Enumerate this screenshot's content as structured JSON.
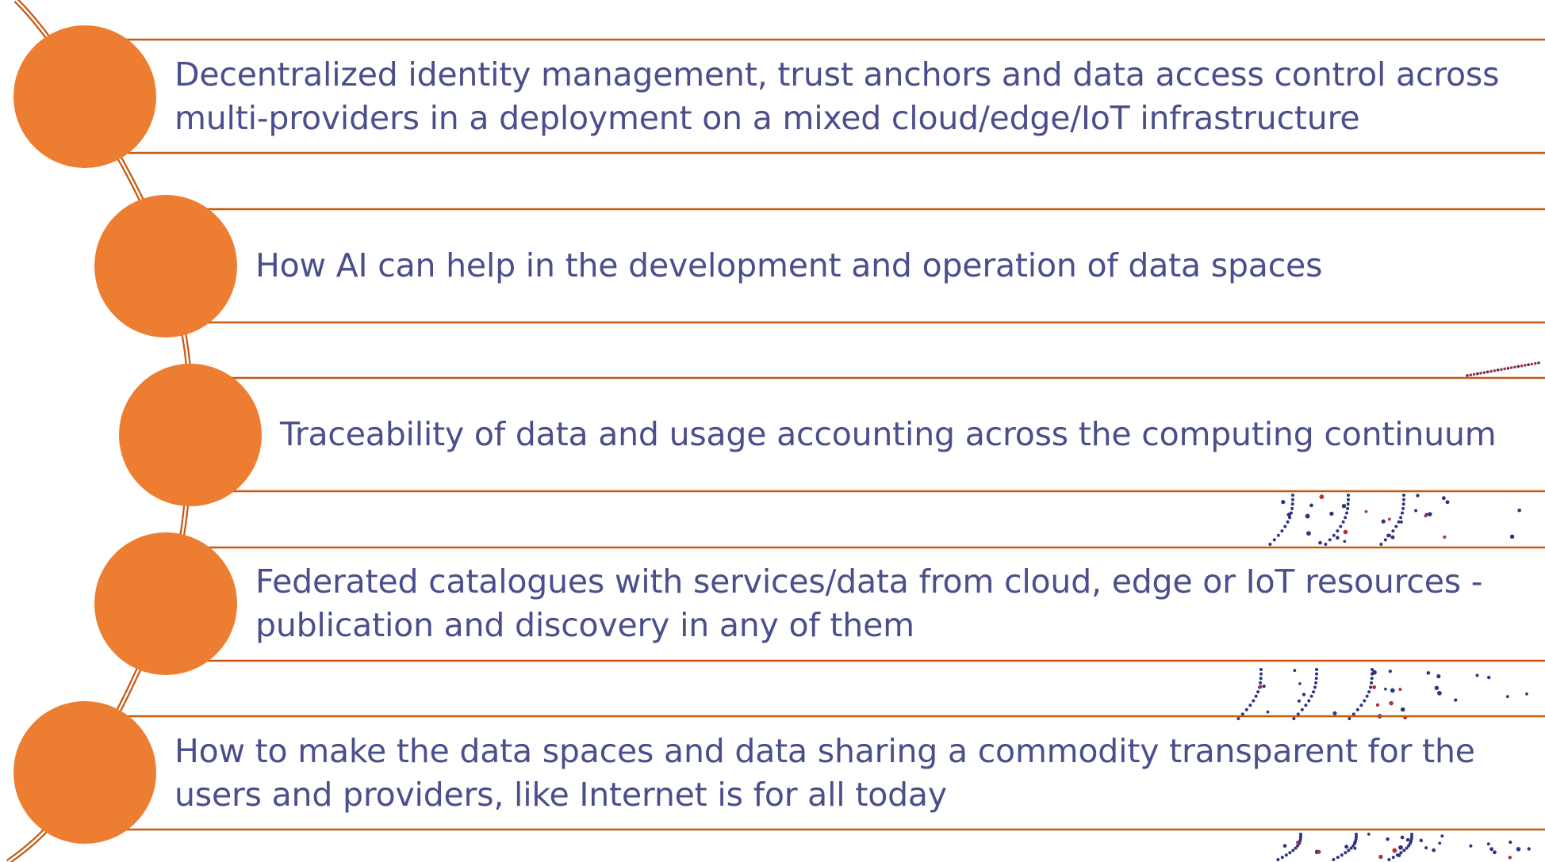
{
  "colors": {
    "circle": "#ed7d31",
    "band_line": "#c55a11",
    "connector": "#c55a11",
    "text": "#4a4f8c",
    "dots_blue": "#2e3480",
    "dots_red": "#b03040",
    "background": "#ffffff"
  },
  "items": [
    {
      "lines": [
        "Decentralized identity management, trust anchors and data access control across",
        "multi-providers in a deployment on a mixed cloud/edge/IoT infrastructure"
      ]
    },
    {
      "lines": [
        "How AI can help in the development and operation of data spaces"
      ]
    },
    {
      "lines": [
        "Traceability of data and usage accounting across the computing continuum"
      ]
    },
    {
      "lines": [
        "Federated catalogues with services/data from cloud, edge or IoT resources -",
        "publication and discovery in any of them"
      ]
    },
    {
      "lines": [
        "How to make the data spaces and data sharing a commodity transparent for the",
        "users and providers, like Internet is for all today"
      ]
    }
  ]
}
